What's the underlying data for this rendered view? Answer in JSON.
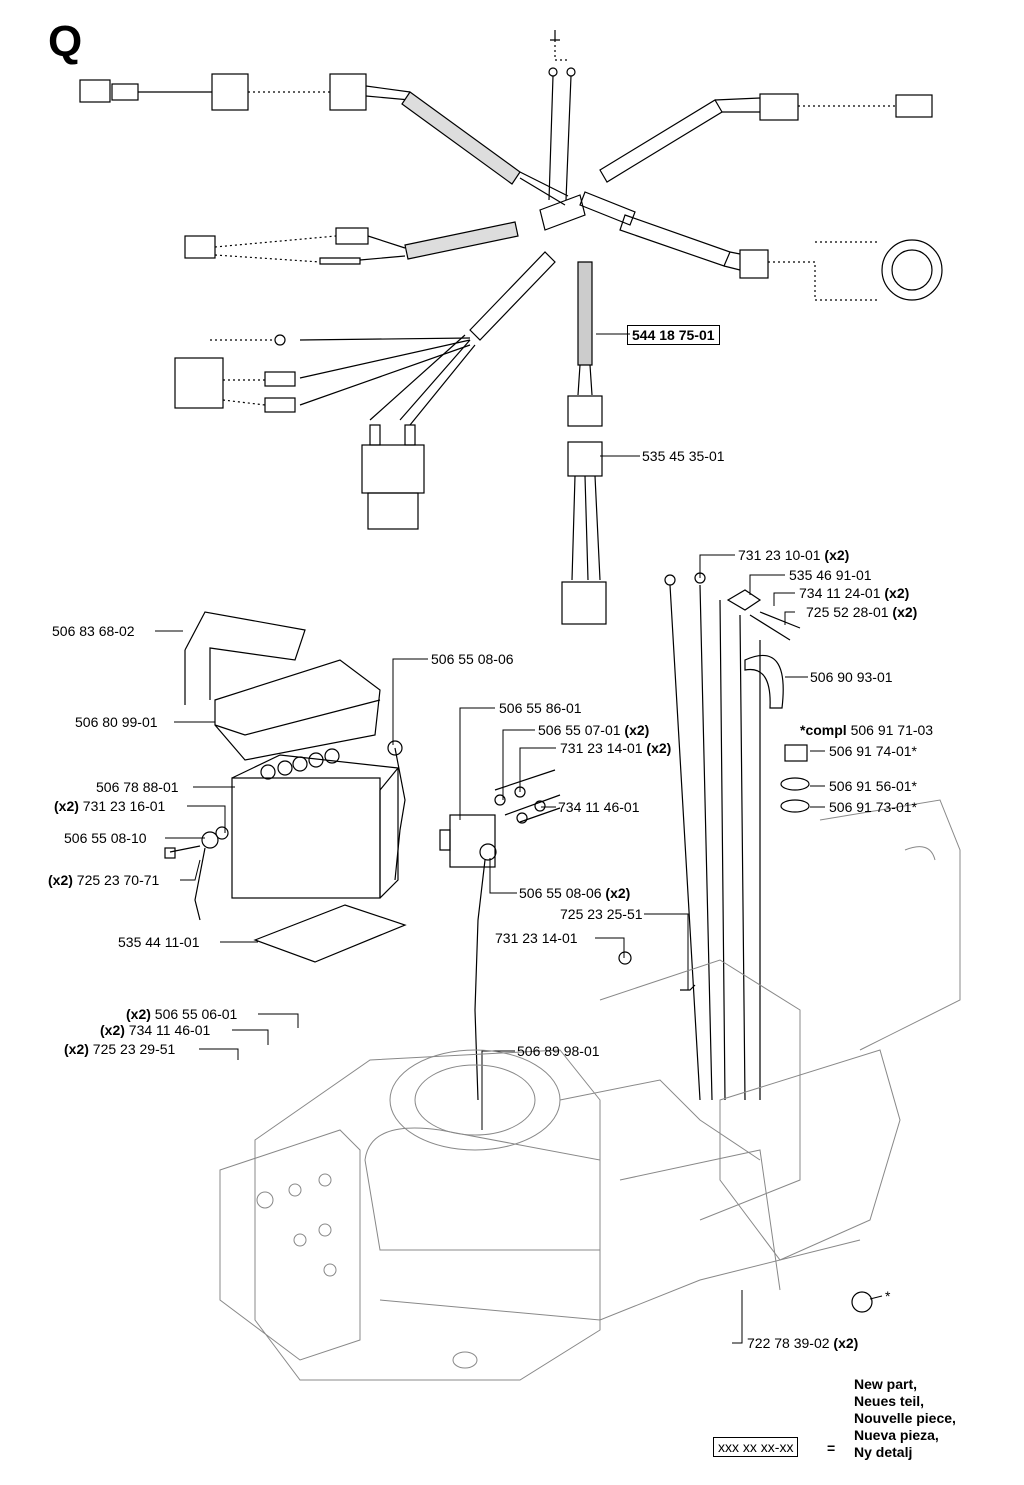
{
  "section_letter": "Q",
  "parts": {
    "harness": "544 18 75-01",
    "connector": "535 45 35-01",
    "nut_top": "731 23 10-01",
    "nut_top_qty": "(x2)",
    "switch_bracket": "535 46 91-01",
    "washer_a": "734 11 24-01",
    "washer_a_qty": "(x2)",
    "screw_a": "725 52 28-01",
    "screw_a_qty": "(x2)",
    "battery_holder": "506 83 68-02",
    "battery_cover": "506 80 99-01",
    "battery": "506 78 88-01",
    "nut_b": "731 23 16-01",
    "nut_b_qty": "(x2)",
    "cable_end": "506 55 08-10",
    "screw_b": "725 23 70-71",
    "screw_b_qty": "(x2)",
    "mat": "535 44 11-01",
    "cable_top": "506 55 08-06",
    "relay": "506 55 86-01",
    "part_5065507": "506 55 07-01",
    "part_5065507_qty": "(x2)",
    "nut_c": "731 23 14-01",
    "nut_c_qty": "(x2)",
    "washer_c": "734 11 46-01",
    "clamp": "506 90 93-01",
    "compl_prefix": "*compl",
    "compl": "506 91 71-03",
    "key": "506 91 74-01*",
    "ignition_nut": "506 91 56-01*",
    "ignition_plate": "506 91 73-01*",
    "cable_mid": "506 55 08-06",
    "cable_mid_qty": "(x2)",
    "screw_c": "725 23 25-51",
    "nut_d": "731 23 14-01",
    "spacer": "506 55 06-01",
    "spacer_qty": "(x2)",
    "washer_d": "734 11 46-01",
    "washer_d_qty": "(x2)",
    "screw_d": "725 23 29-51",
    "screw_d_qty": "(x2)",
    "ground": "506 89 98-01",
    "wire": "722 78 39-02",
    "wire_qty": "(x2)",
    "star_mark": "*"
  },
  "legend": {
    "lines": [
      "New part,",
      "Neues teil,",
      "Nouvelle piece,",
      "Nueva pieza,",
      "Ny detalj"
    ],
    "box_text": "xxx xx xx-xx",
    "equals": "="
  }
}
